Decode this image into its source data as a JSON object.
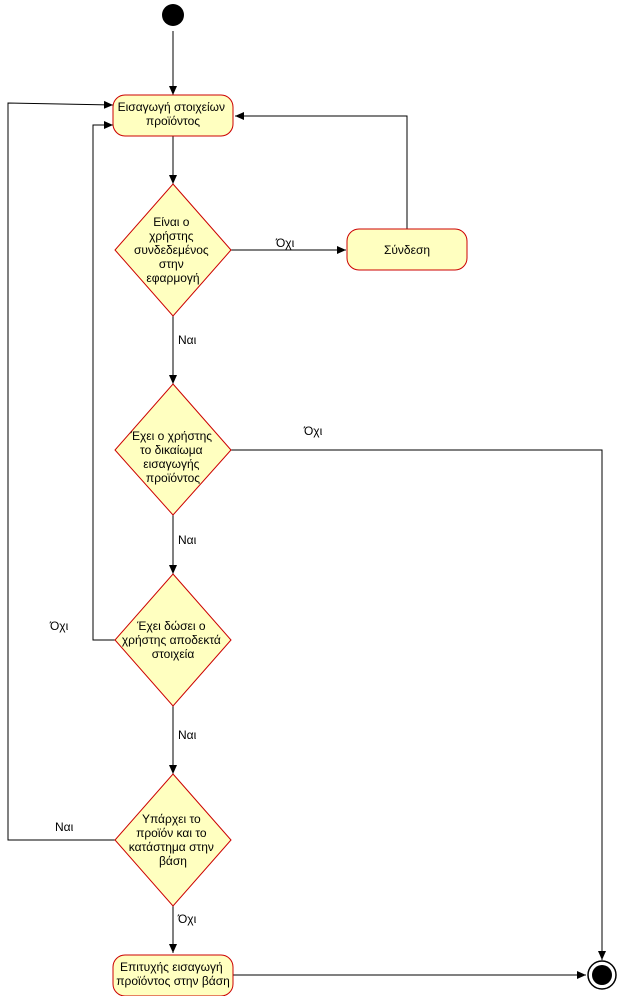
{
  "nodes": {
    "enter_product": [
      "Εισαγωγή στοιχείων",
      "προϊόντος"
    ],
    "is_logged_in": [
      "Είναι ο",
      "χρήστης",
      "συνδεδεμένος",
      "στην",
      "εφαρμογή"
    ],
    "login": [
      "Σύνδεση"
    ],
    "has_permission": [
      "Έχει ο χρήστης",
      "το δικαίωμα",
      "εισαγωγής",
      "προϊόντος"
    ],
    "valid_data": [
      "Έχει δώσει ο",
      "χρήστης αποδεκτά",
      "στοιχεία"
    ],
    "exists_in_db": [
      "Υπάρχει το",
      "προϊόν και το",
      "κατάστημα στην",
      "βάση"
    ],
    "success": [
      "Επιτυχής εισαγωγή",
      "προϊόντος στην βάση"
    ]
  },
  "edge_labels": {
    "login_no": "Όχι",
    "permission_yes": "Ναι",
    "permission_no": "Όχι",
    "valid_yes": "Ναι",
    "valid_no": "Όχι",
    "exists_check_yes": "Ναι",
    "exists_yes": "Ναι",
    "exists_no": "Όχι"
  },
  "colors": {
    "node_fill": "#ffffc0",
    "node_stroke": "#cc0000",
    "edge": "#000000",
    "start": "#000000"
  }
}
